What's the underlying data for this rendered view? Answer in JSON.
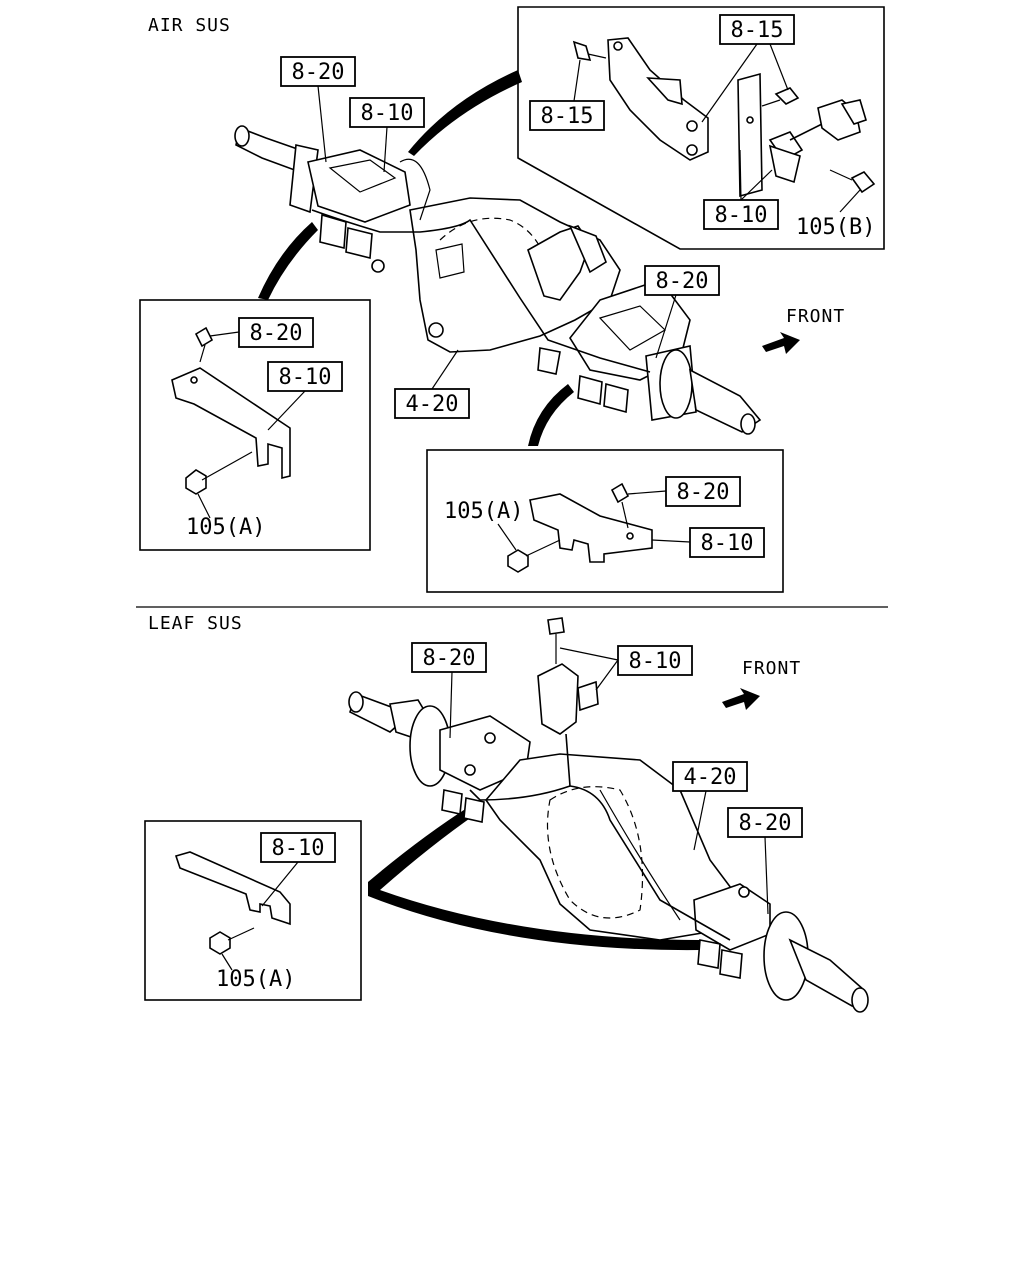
{
  "sections": {
    "air": "AIR SUS",
    "leaf": "LEAF SUS"
  },
  "air": {
    "main_8_20_left": "8-20",
    "main_8_10": "8-10",
    "main_8_20_right": "8-20",
    "main_4_20": "4-20",
    "front": "FRONT",
    "inset_top": {
      "part_8_15_top": "8-15",
      "part_8_15_left": "8-15",
      "part_8_10": "8-10",
      "part_105b": "105(B)"
    },
    "inset_left": {
      "part_8_20": "8-20",
      "part_8_10": "8-10",
      "part_105a": "105(A)"
    },
    "inset_bottom": {
      "part_8_20": "8-20",
      "part_8_10": "8-10",
      "part_105a": "105(A)"
    }
  },
  "leaf": {
    "main_8_20_left": "8-20",
    "main_8_10": "8-10",
    "main_4_20": "4-20",
    "main_8_20_right": "8-20",
    "front": "FRONT",
    "inset": {
      "part_8_10": "8-10",
      "part_105a": "105(A)"
    }
  }
}
